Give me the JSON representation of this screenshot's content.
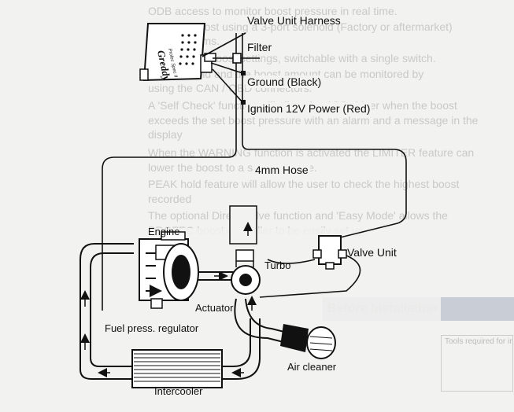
{
  "background_text": {
    "lines": [
      "ODB access to monitor boost pressure in real time.",
      "Controls boost using a 3-port solenoid (Factory or aftermarket)",
      "turbo systems.",
      "Twins and 2 boost settings, switchable with a single switch.",
      "The solenoid and the boost amount can be monitored by",
      "using the CAN / OBD connectors.",
      "A 'Self Check' function will allow the OBD driver when the boost",
      "exceeds the set boost pressure with an alarm and a message in the",
      "display",
      "When the WARNING function is activated the LIMITER feature can",
      "lower the boost to a safe pressure.",
      "PEAK hold feature will allow the user to check the highest boost",
      "recorded",
      "The optional Direct Valve function and 'Easy Mode' allows the",
      "PROFEC boost controller to be easily set up."
    ],
    "section_heading": "Before Installation",
    "table_header": "Tools required for installation"
  },
  "diagram": {
    "labels": {
      "valve_unit_harness": "Valve Unit Harness",
      "filter": "Filter",
      "ground": "Ground (Black)",
      "ignition": "Ignition 12V Power (Red)",
      "hose": "4mm Hose",
      "engine": "Engine",
      "turbo": "Turbo",
      "valve_unit": "Valve Unit",
      "actuator": "Actuator",
      "fuel_regulator": "Fuel press. regulator",
      "air_cleaner": "Air cleaner",
      "intercooler": "Intercooler"
    },
    "controller": {
      "brand": "Greddy",
      "model": "Profec Spec II"
    },
    "colors": {
      "line": "#111111",
      "fill": "#ffffff",
      "background": "#f2f2f0"
    }
  }
}
